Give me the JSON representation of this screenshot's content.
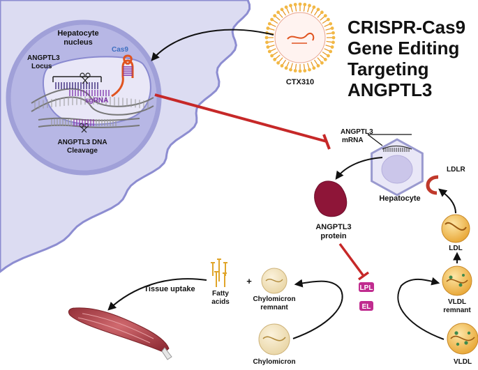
{
  "title_lines": [
    "CRISPR-Cas9",
    "Gene Editing",
    "Targeting",
    "ANGPTL3"
  ],
  "labels": {
    "nucleus_1": "Hepatocyte",
    "nucleus_2": "nucleus",
    "locus_1": "ANGPTL3",
    "locus_2": "Locus",
    "cas9": "Cas9",
    "sgrna": "sgRNA",
    "cleavage_1": "ANGPTL3 DNA",
    "cleavage_2": "Cleavage",
    "ctx": "CTX310",
    "mrna_1": "ANGPTL3",
    "mrna_2": "mRNA",
    "hepatocyte": "Hepatocyte",
    "ldlr": "LDLR",
    "protein_1": "ANGPTL3",
    "protein_2": "protein",
    "ldl": "LDL",
    "vldl_remnant_1": "VLDL",
    "vldl_remnant_2": "remnant",
    "vldl": "VLDL",
    "lpl": "LPL",
    "el": "EL",
    "chylo_remnant_1": "Chylomicron",
    "chylo_remnant_2": "remnant",
    "chylomicron": "Chylomicron",
    "fatty_1": "Fatty",
    "fatty_2": "acids",
    "plus": "+",
    "tissue": "Tissue uptake"
  },
  "colors": {
    "cell": "#dcdcf2",
    "cell_edge": "#8d8dd1",
    "nucleus": "#b2b2e2",
    "nucleus_edge": "#9a9ad6",
    "inhibition": "#c62828",
    "cas9_text": "#3d6fc0",
    "sgrna_text": "#7b2fa8",
    "enzyme": "#c02c8f",
    "protein": "#8e1538",
    "lipoprotein": "#f3c25a",
    "muscle": "#b5454c"
  }
}
